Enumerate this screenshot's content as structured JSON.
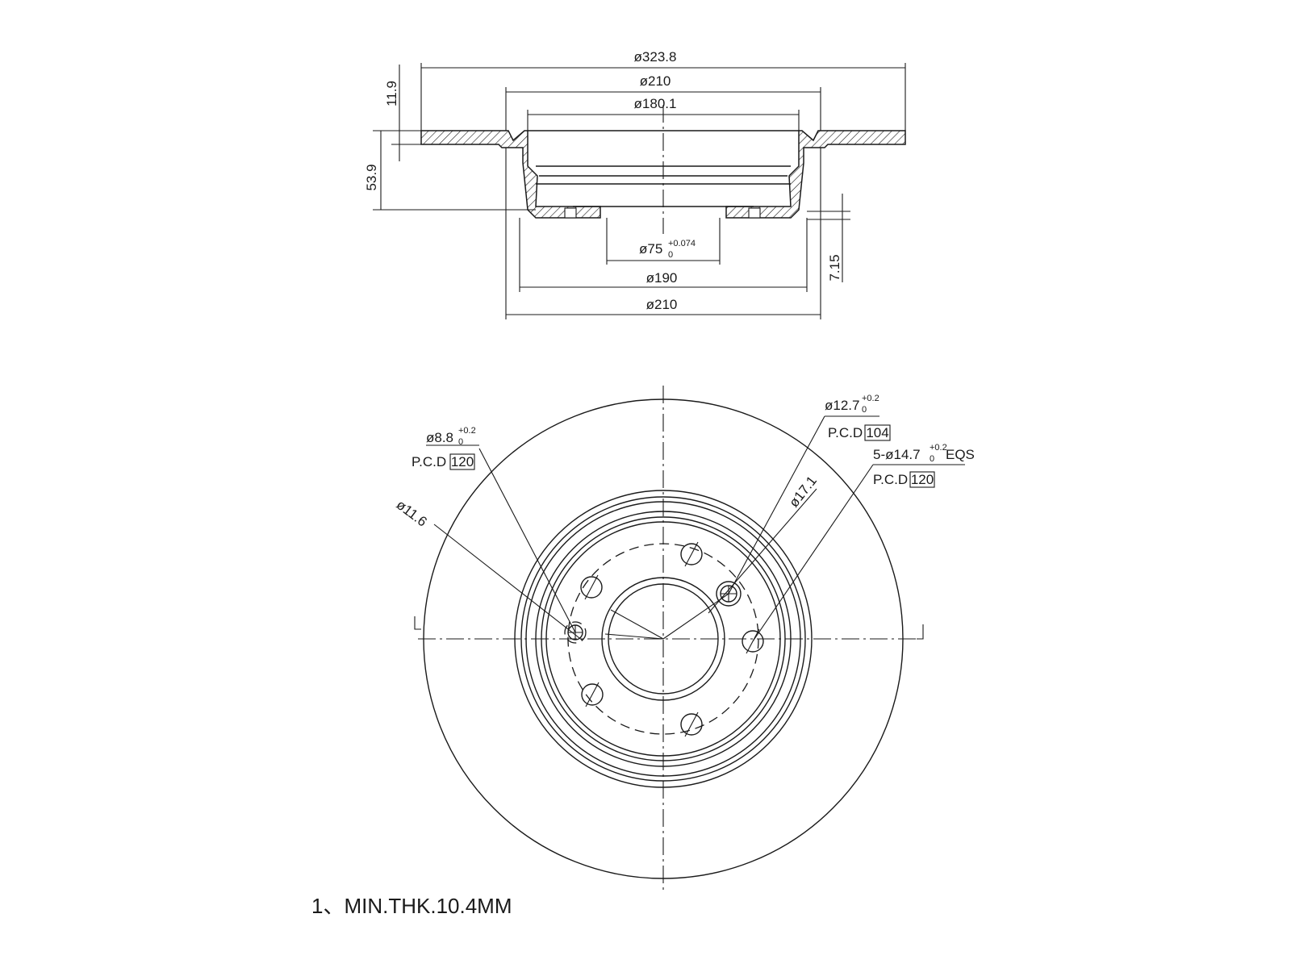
{
  "section_view": {
    "dim_outer_dia": "ø323.8",
    "dim_hat_dia_top": "ø210",
    "dim_inner_dia": "ø180.1",
    "dim_thickness": "11.9",
    "dim_height": "53.9",
    "dim_bore": "ø75",
    "dim_bore_tol_upper": "+0.074",
    "dim_bore_tol_lower": "0",
    "dim_face_dia": "ø190",
    "dim_hat_dia_bottom": "ø210",
    "dim_flange_thk": "7.15"
  },
  "plan_view": {
    "hole_a_dia": "ø8.8",
    "hole_a_tol_upper": "+0.2",
    "hole_a_tol_lower": "0",
    "hole_a_pcd_label": "P.C.D",
    "hole_a_pcd_value": "120",
    "counterbore_dia": "ø11.6",
    "hole_b_dia": "ø12.7",
    "hole_b_tol_upper": "+0.2",
    "hole_b_tol_lower": "0",
    "hole_b_pcd_label": "P.C.D",
    "hole_b_pcd_value": "104",
    "counterbore_b_dia": "ø17.1",
    "stud_prefix": "5-ø14.7",
    "stud_tol_upper": "+0.2",
    "stud_tol_lower": "0",
    "stud_suffix": "EQS",
    "stud_pcd_label": "P.C.D",
    "stud_pcd_value": "120"
  },
  "notes": {
    "note_1": "1、MIN.THK.10.4MM"
  }
}
